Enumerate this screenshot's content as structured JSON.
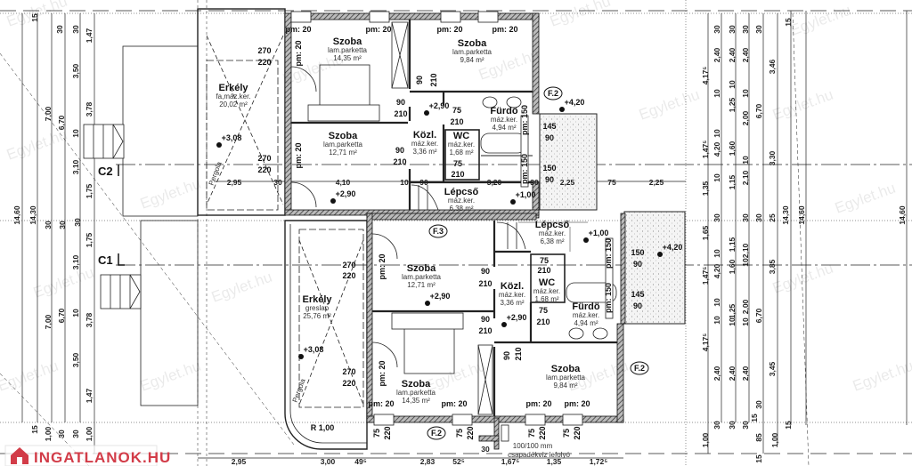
{
  "rooms": [
    {
      "name": "Szoba",
      "finish": "lam.parketta",
      "area": "14,35 m²"
    },
    {
      "name": "Szoba",
      "finish": "lam.parketta",
      "area": "9,84 m²"
    },
    {
      "name": "Szoba",
      "finish": "lam.parketta",
      "area": "12,71 m²"
    },
    {
      "name": "Közl.",
      "finish": "máz.ker.",
      "area": "3,36 m²"
    },
    {
      "name": "WC",
      "finish": "máz.ker.",
      "area": "1,68 m²"
    },
    {
      "name": "Fürdö",
      "finish": "máz.ker.",
      "area": "4,94 m²"
    },
    {
      "name": "Lépcső",
      "finish": "máz.ker.",
      "area": "6,38 m²"
    },
    {
      "name": "Erkély",
      "finish": "fa,máz.ker.",
      "area": "20,02 m²"
    },
    {
      "name": "Szoba",
      "finish": "lam.parketta",
      "area": "12,71 m²"
    },
    {
      "name": "Közl.",
      "finish": "máz.ker.",
      "area": "3,36 m²"
    },
    {
      "name": "WC",
      "finish": "máz.ker.",
      "area": "1,68 m²"
    },
    {
      "name": "Fürdö",
      "finish": "máz.ker.",
      "area": "4,94 m²"
    },
    {
      "name": "Lépcső",
      "finish": "máz.ker.",
      "area": "6,38 m²"
    },
    {
      "name": "Szoba",
      "finish": "lam.parketta",
      "area": "14,35 m²"
    },
    {
      "name": "Szoba",
      "finish": "lam.parketta",
      "area": "9,84 m²"
    },
    {
      "name": "Erkély",
      "finish": "greslap",
      "area": "25,76 m²"
    }
  ],
  "markers": {
    "f2": "F.2",
    "f3": "F.3",
    "c1": "C1",
    "c2": "C2"
  },
  "levels": [
    "+2,90",
    "+2,90",
    "+3,08",
    "+4,20",
    "+1,00",
    "+2,90",
    "+2,90",
    "+3,08",
    "+4,20",
    "+1,00"
  ],
  "openings": [
    "pm: 20",
    "pm: 20",
    "pm: 20",
    "pm: 20",
    "pm: 20",
    "pm: 20",
    "270",
    "220",
    "270",
    "220",
    "90",
    "210",
    "90",
    "210",
    "75",
    "210",
    "90",
    "210",
    "75",
    "210",
    "pm: 150",
    "pm: 150",
    "145",
    "90",
    "150",
    "90",
    "pm: 20",
    "270",
    "220",
    "90",
    "210",
    "75",
    "210",
    "90",
    "210",
    "75",
    "210",
    "pm: 150",
    "pm: 150",
    "150",
    "90",
    "145",
    "90",
    "90",
    "210",
    "270",
    "220",
    "pm: 20",
    "pm: 20",
    "pm: 20",
    "pm: 20",
    "pm: 20",
    "75",
    "220",
    "75",
    "220",
    "75",
    "220",
    "75",
    "220"
  ],
  "dimensions": {
    "inner": [
      "2,95",
      "30",
      "4,10",
      "10",
      "90",
      "3,20",
      "30",
      "2,25",
      "75",
      "2,25"
    ],
    "bottom": [
      "2,95",
      "3,00",
      "49⁵",
      "2,83",
      "52⁵",
      "1,67⁵",
      "1,35",
      "1,72⁵",
      "30"
    ],
    "left": [
      "15",
      "30",
      "30",
      "1,47",
      "3,50",
      "7,00",
      "6,70",
      "3,78",
      "10",
      "3,10",
      "1,75",
      "14,60",
      "14,30",
      "30",
      "30",
      "30",
      "1,75",
      "3,10",
      "10",
      "7,00",
      "6,70",
      "3,78",
      "3,50",
      "1,47",
      "15",
      "1,00",
      "30",
      "30",
      "1,00"
    ],
    "right": [
      "30",
      "30",
      "30",
      "30",
      "15",
      "4,17⁵",
      "2,40",
      "2,40",
      "2,40",
      "3,46",
      "10",
      "10",
      "10",
      "1,25",
      "2,00",
      "10",
      "6,70",
      "1,47⁵",
      "4,20",
      "1,60",
      "10",
      "3,30",
      "10",
      "2,10",
      "1,15",
      "1,35",
      "30",
      "30",
      "30",
      "25",
      "14,30",
      "14,60",
      "1,65",
      "10",
      "1,15",
      "2,10",
      "3,85",
      "1,47⁵",
      "4,20",
      "1,60",
      "10",
      "10",
      "1,25",
      "2,00",
      "6,70",
      "4,17⁵",
      "10",
      "10",
      "10",
      "2,40",
      "2,40",
      "2,40",
      "3,45",
      "30",
      "30",
      "30",
      "30",
      "15",
      "1,00",
      "85",
      "1,00",
      "15",
      "15",
      "14,60"
    ]
  },
  "notes": {
    "radius": "R 1,00",
    "drain_size": "100/100 mm",
    "drain_label": "csapadékvíz lefolyó",
    "pergola": "Pergola"
  },
  "watermark": "Egylet.hu",
  "logo": "INGATLANOK.HU"
}
